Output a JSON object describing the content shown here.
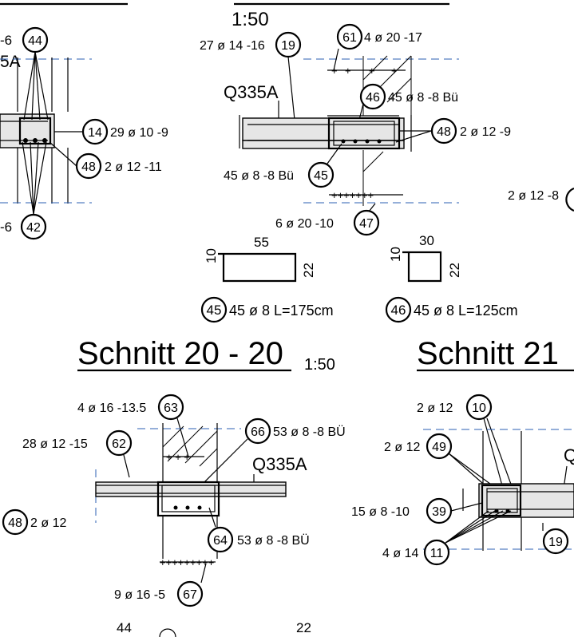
{
  "section_top": {
    "scale": "1:50",
    "beam_label": "Q335A",
    "labels": [
      {
        "text": "-6",
        "marker": "44"
      },
      {
        "text": "5A",
        "marker": null
      },
      {
        "text": "29 ø 10 -9",
        "marker": "14"
      },
      {
        "text": "2 ø 12 -11",
        "marker": "48"
      },
      {
        "text": "-6",
        "marker": "42"
      },
      {
        "text": "27 ø 14 -16",
        "marker": "19"
      },
      {
        "text": "4 ø 20 -17",
        "marker": "61"
      },
      {
        "text": "45 ø 8 -8 Bü",
        "marker": "46"
      },
      {
        "text": "2 ø 12 -9",
        "marker": "48"
      },
      {
        "text": "45 ø 8 -8 Bü",
        "marker": "45"
      },
      {
        "text": "6 ø 20 -10",
        "marker": "47"
      },
      {
        "text": "2 ø 12 -8",
        "marker": null
      }
    ],
    "bar_shapes": [
      {
        "marker": "45",
        "caption": "45 ø 8 L=175cm",
        "dims": {
          "top": "55",
          "left": "10",
          "right": "22"
        }
      },
      {
        "marker": "46",
        "caption": "45 ø 8 L=125cm",
        "dims": {
          "top": "30",
          "left": "10",
          "right": "22"
        }
      }
    ]
  },
  "section_20": {
    "title": "Schnitt 20 - 20",
    "scale": "1:50",
    "beam_label": "Q335A",
    "labels": [
      {
        "text": "4 ø 16 -13.5",
        "marker": "63"
      },
      {
        "text": "28 ø 12 -15",
        "marker": "62"
      },
      {
        "text": "53 ø 8 -8 BÜ",
        "marker": "66"
      },
      {
        "text": "53 ø 8 -8 BÜ",
        "marker": "64"
      },
      {
        "text": "9 ø 16 -5",
        "marker": "67"
      },
      {
        "text": "2 ø 12",
        "marker": "48"
      }
    ]
  },
  "section_21": {
    "title": "Schnitt 21",
    "beam_label": "Q",
    "labels": [
      {
        "text": "2 ø 12",
        "marker": "10"
      },
      {
        "text": "2 ø 12",
        "marker": "49"
      },
      {
        "text": "15 ø 8 -10",
        "marker": "39"
      },
      {
        "text": "4 ø 14",
        "marker": "11"
      },
      {
        "text": "",
        "marker": "19"
      }
    ]
  },
  "bottom_numbers": [
    "44",
    "22"
  ],
  "colors": {
    "lines": "#000000",
    "axis_dash": "#2b5fb3",
    "concrete": "#e6e6e6"
  }
}
